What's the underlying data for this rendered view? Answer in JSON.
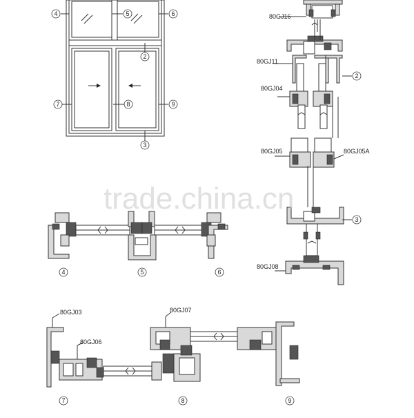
{
  "watermark": "trade.china.cn",
  "elevation": {
    "callouts": [
      "4",
      "5",
      "6",
      "2",
      "7",
      "8",
      "9",
      "3"
    ]
  },
  "vertical_section": {
    "labels": [
      "80GJ16",
      "80GJ11",
      "80GJ04",
      "80GJ05",
      "80GJ05A",
      "80GJ08"
    ],
    "callouts": [
      "2",
      "3"
    ]
  },
  "top_section": {
    "callouts": [
      "4",
      "5",
      "6"
    ]
  },
  "bottom_section": {
    "labels": [
      "80GJ03",
      "80GJ06",
      "80GJ07"
    ],
    "callouts": [
      "7",
      "8",
      "9"
    ]
  }
}
